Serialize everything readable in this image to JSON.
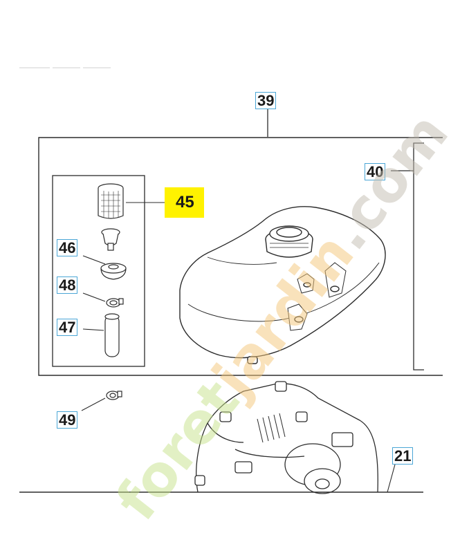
{
  "callouts": {
    "c39": "39",
    "c40": "40",
    "c45": "45",
    "c46": "46",
    "c48": "48",
    "c47": "47",
    "c49": "49",
    "c21": "21"
  },
  "watermark": {
    "part1": "foret",
    "part2": "jardin",
    "part3": ".com",
    "color1": "#c6e38a",
    "color2": "#f5c77a",
    "color3": "#c3bdb0"
  },
  "colors": {
    "highlight": "#fff200",
    "callout_border": "#4aa6d6",
    "line": "#2b2b2b"
  },
  "icons": [
    "fuel-filter-icon",
    "fuel-grommet-icon",
    "hose-clamp-icon",
    "fuel-line-icon",
    "fuel-tank-icon",
    "crankcase-icon"
  ]
}
